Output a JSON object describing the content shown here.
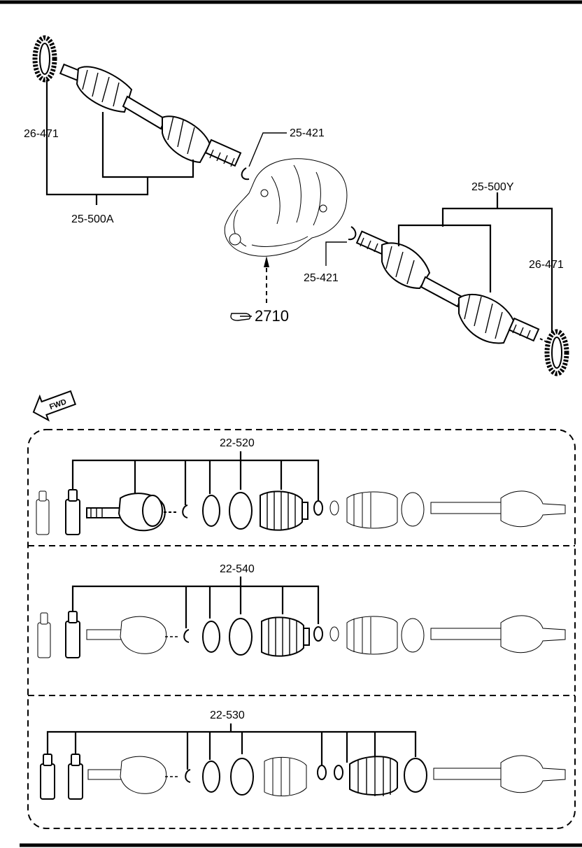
{
  "diagram": {
    "callouts": {
      "shaft_left": "25-500A",
      "shaft_right": "25-500Y",
      "ring_left": "26-471",
      "ring_right": "26-471",
      "clip_upper": "25-421",
      "clip_lower": "25-421",
      "differential_ref": "2710",
      "forward_arrow": "FWD"
    },
    "kits": [
      {
        "label": "22-520"
      },
      {
        "label": "22-540"
      },
      {
        "label": "22-530"
      }
    ]
  }
}
